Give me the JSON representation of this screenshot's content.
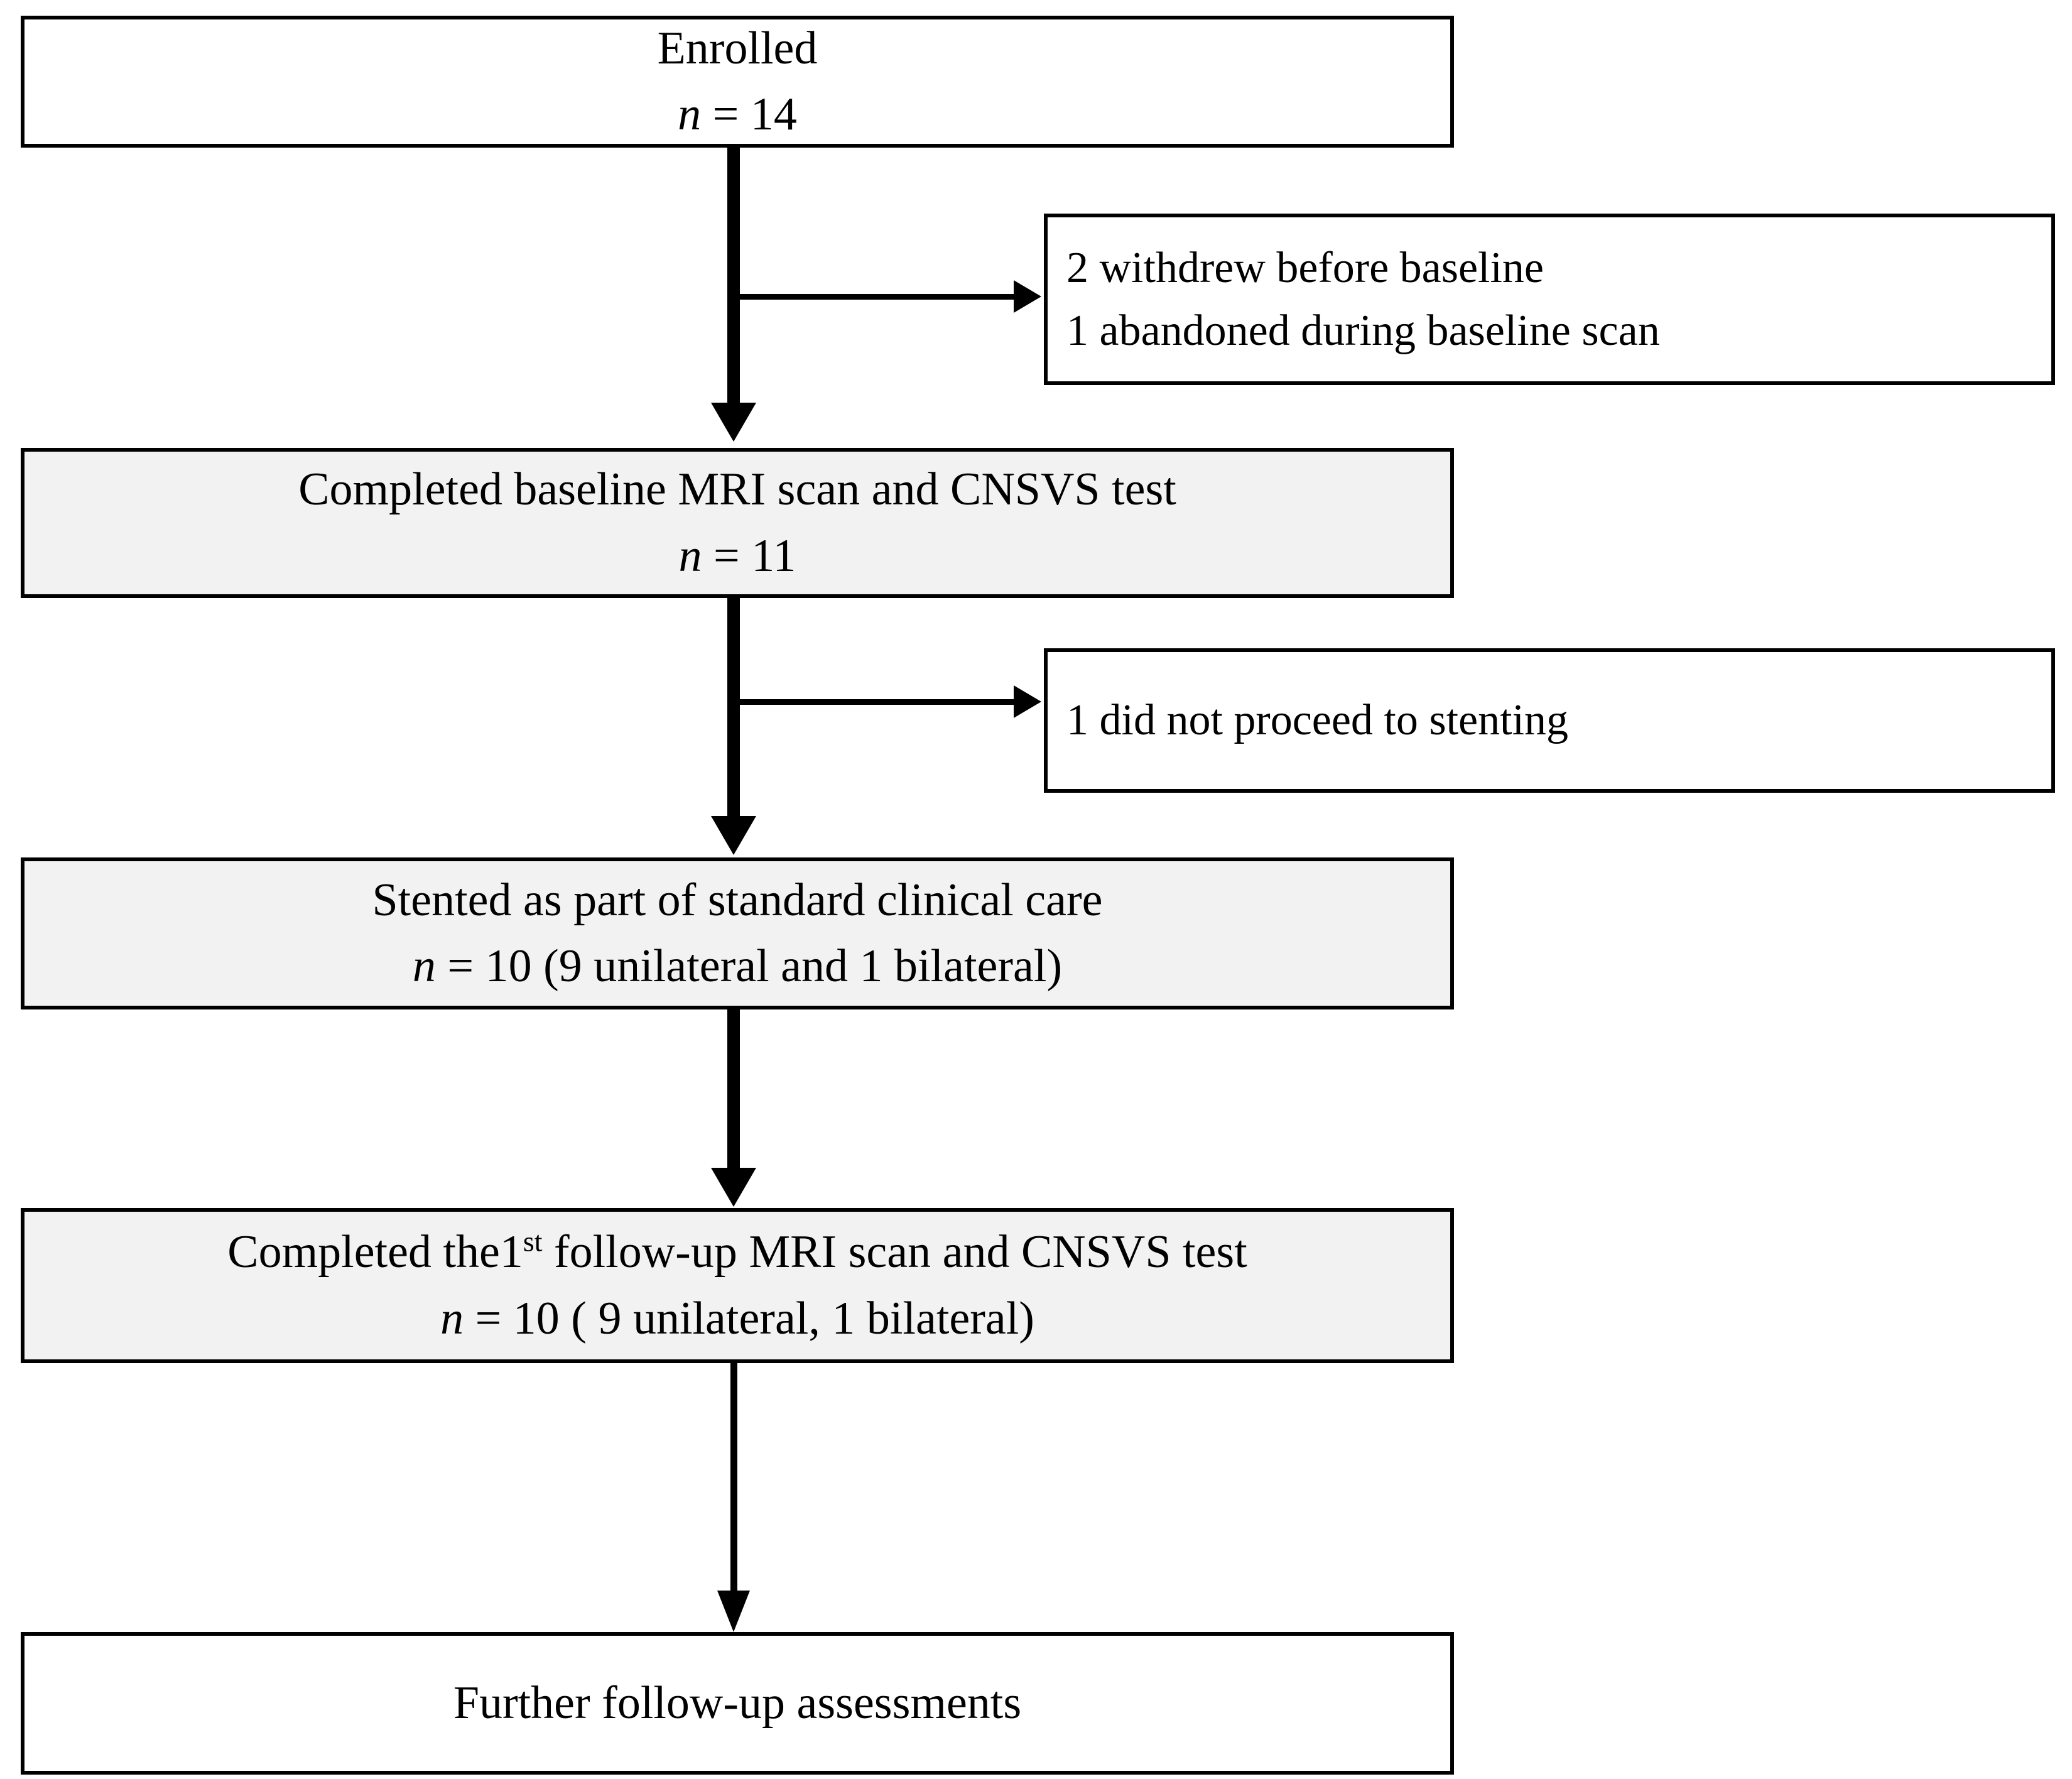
{
  "figure": {
    "type": "participant-flow-diagram",
    "box_fill_shaded": "#f2f2f2",
    "box_fill_plain": "#ffffff",
    "border_color": "#000000"
  },
  "nodes": {
    "enrolled": {
      "line1": "Enrolled",
      "n_symbol": "n",
      "n_rest": " = 14"
    },
    "baseline": {
      "line1": "Completed baseline MRI scan and CNSVS test",
      "n_symbol": "n",
      "n_rest": " = 11"
    },
    "stented": {
      "line1": "Stented as part of standard clinical care",
      "n_symbol": "n",
      "n_rest": " = 10 (9 unilateral and 1 bilateral)"
    },
    "followup1": {
      "line1_a": "Completed the1",
      "line1_sup": "st",
      "line1_b": " follow-up MRI scan and CNSVS test",
      "n_symbol": "n",
      "n_rest": " = 10 ( 9 unilateral, 1 bilateral)"
    },
    "further": {
      "line1": "Further follow-up assessments"
    }
  },
  "exclusions": {
    "before_baseline": {
      "line1": "2 withdrew before baseline",
      "line2": "1 abandoned during baseline scan"
    },
    "no_stenting": {
      "line1": "1 did not proceed to stenting"
    }
  }
}
